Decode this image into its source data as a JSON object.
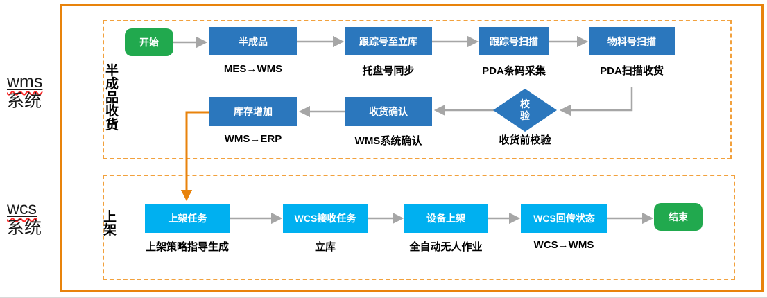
{
  "side_labels": {
    "wms": {
      "system_name": "wms",
      "suffix": "系统"
    },
    "wcs": {
      "system_name": "wcs",
      "suffix": "系统"
    }
  },
  "sections": {
    "receiving": {
      "title": "半成品收货"
    },
    "putaway": {
      "title": "上架"
    }
  },
  "flow": {
    "start_label": "开始",
    "end_label": "结束",
    "receiving_row1": [
      {
        "label": "半成品",
        "sub": "MES→WMS"
      },
      {
        "label": "跟踪号至立库",
        "sub": "托盘号同步"
      },
      {
        "label": "跟踪号扫描",
        "sub": "PDA条码采集"
      },
      {
        "label": "物料号扫描",
        "sub": "PDA扫描收货"
      }
    ],
    "receiving_row2": {
      "check": {
        "label": "校验",
        "sub": "收货前校验"
      },
      "confirm": {
        "label": "收货确认",
        "sub": "WMS系统确认"
      },
      "inventory": {
        "label": "库存增加",
        "sub": "WMS→ERP"
      }
    },
    "putaway_row": [
      {
        "label": "上架任务",
        "sub": "上架策略指导生成"
      },
      {
        "label": "WCS接收任务",
        "sub": "立库"
      },
      {
        "label": "设备上架",
        "sub": "全自动无人作业"
      },
      {
        "label": "WCS回传状态",
        "sub": "WCS→WMS"
      }
    ]
  },
  "colors": {
    "process_blue": "#2B77BD",
    "process_cyan": "#00B0F0",
    "terminal_green": "#21A94E",
    "connector_gray": "#A6A6A6",
    "frame_orange": "#E8830C",
    "dashed_orange": "#F2A13D"
  }
}
